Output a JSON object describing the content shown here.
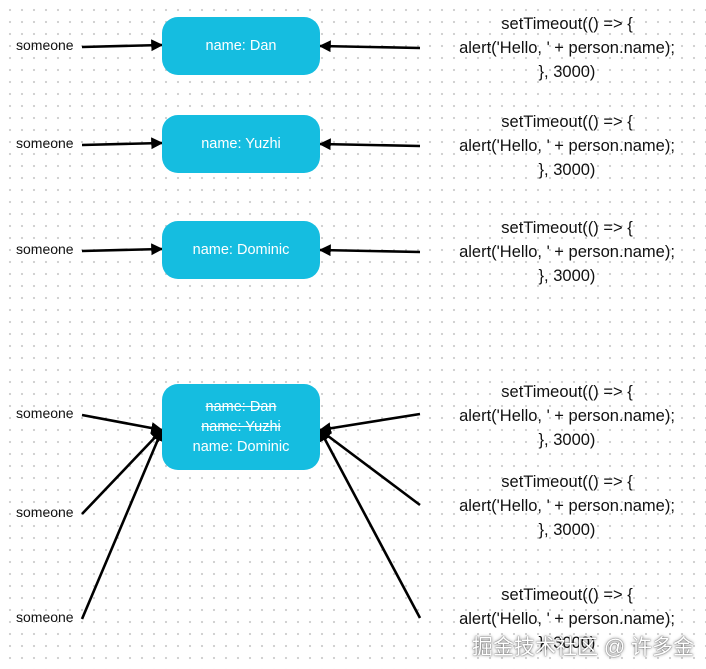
{
  "rows": [
    {
      "label": "someone",
      "names": [
        {
          "text": "name: Dan",
          "struck": false
        }
      ],
      "code": [
        "setTimeout(() => {",
        "alert('Hello, ' + person.name);",
        "}, 3000)"
      ]
    },
    {
      "label": "someone",
      "names": [
        {
          "text": "name: Yuzhi",
          "struck": false
        }
      ],
      "code": [
        "setTimeout(() => {",
        "alert('Hello, ' + person.name);",
        "}, 3000)"
      ]
    },
    {
      "label": "someone",
      "names": [
        {
          "text": "name: Dominic",
          "struck": false
        }
      ],
      "code": [
        "setTimeout(() => {",
        "alert('Hello, ' + person.name);",
        "}, 3000)"
      ]
    }
  ],
  "merged": {
    "labels": [
      "someone",
      "someone",
      "someone"
    ],
    "names": [
      {
        "text": "name: Dan",
        "struck": true
      },
      {
        "text": "name: Yuzhi",
        "struck": true
      },
      {
        "text": "name: Dominic",
        "struck": false
      }
    ],
    "codes": [
      [
        "setTimeout(() => {",
        "alert('Hello, ' + person.name);",
        "}, 3000)"
      ],
      [
        "setTimeout(() => {",
        "alert('Hello, ' + person.name);",
        "}, 3000)"
      ],
      [
        "setTimeout(() => {",
        "alert('Hello, ' + person.name);",
        "}, 3000)"
      ]
    ]
  },
  "colors": {
    "node": "#15bde0",
    "arrow": "#000000",
    "text": "#111111"
  },
  "watermark": "掘金技术社区 @ 许多金"
}
